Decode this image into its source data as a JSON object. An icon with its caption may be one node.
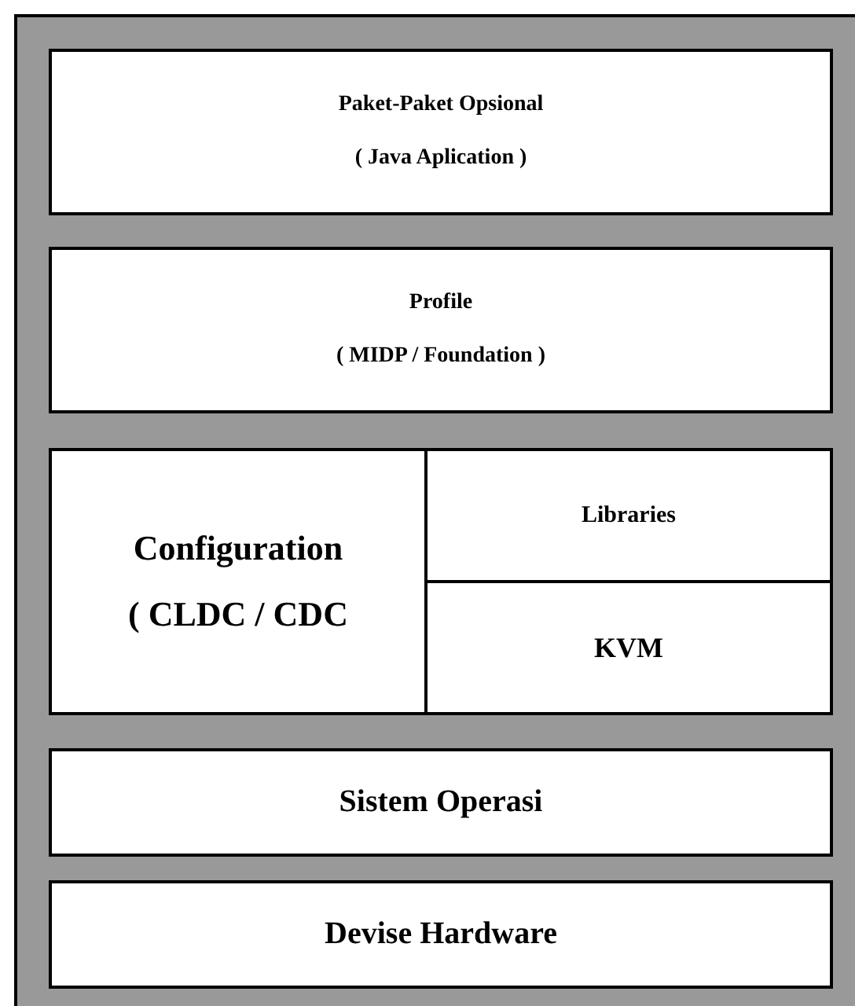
{
  "diagram": {
    "nodes": [
      {
        "text": [],
        "shape": "box"
      },
      {
        "text": [
          "Paket-Paket Opsional",
          "( Java Aplication )"
        ],
        "in": 0
      },
      {
        "text": [
          "Profile",
          "( MIDP / Foundation )"
        ],
        "in": 0
      },
      {
        "text": [
          "Configuration",
          "( CLDC / CDC"
        ],
        "in": 0
      },
      {
        "text": [
          "Libraries"
        ],
        "in": 0
      },
      {
        "text": [
          "KVM"
        ],
        "in": 0
      },
      {
        "text": [
          "Sistem Operasi"
        ],
        "in": 0
      },
      {
        "text": [
          "Devise Hardware"
        ],
        "in": 0
      }
    ]
  }
}
